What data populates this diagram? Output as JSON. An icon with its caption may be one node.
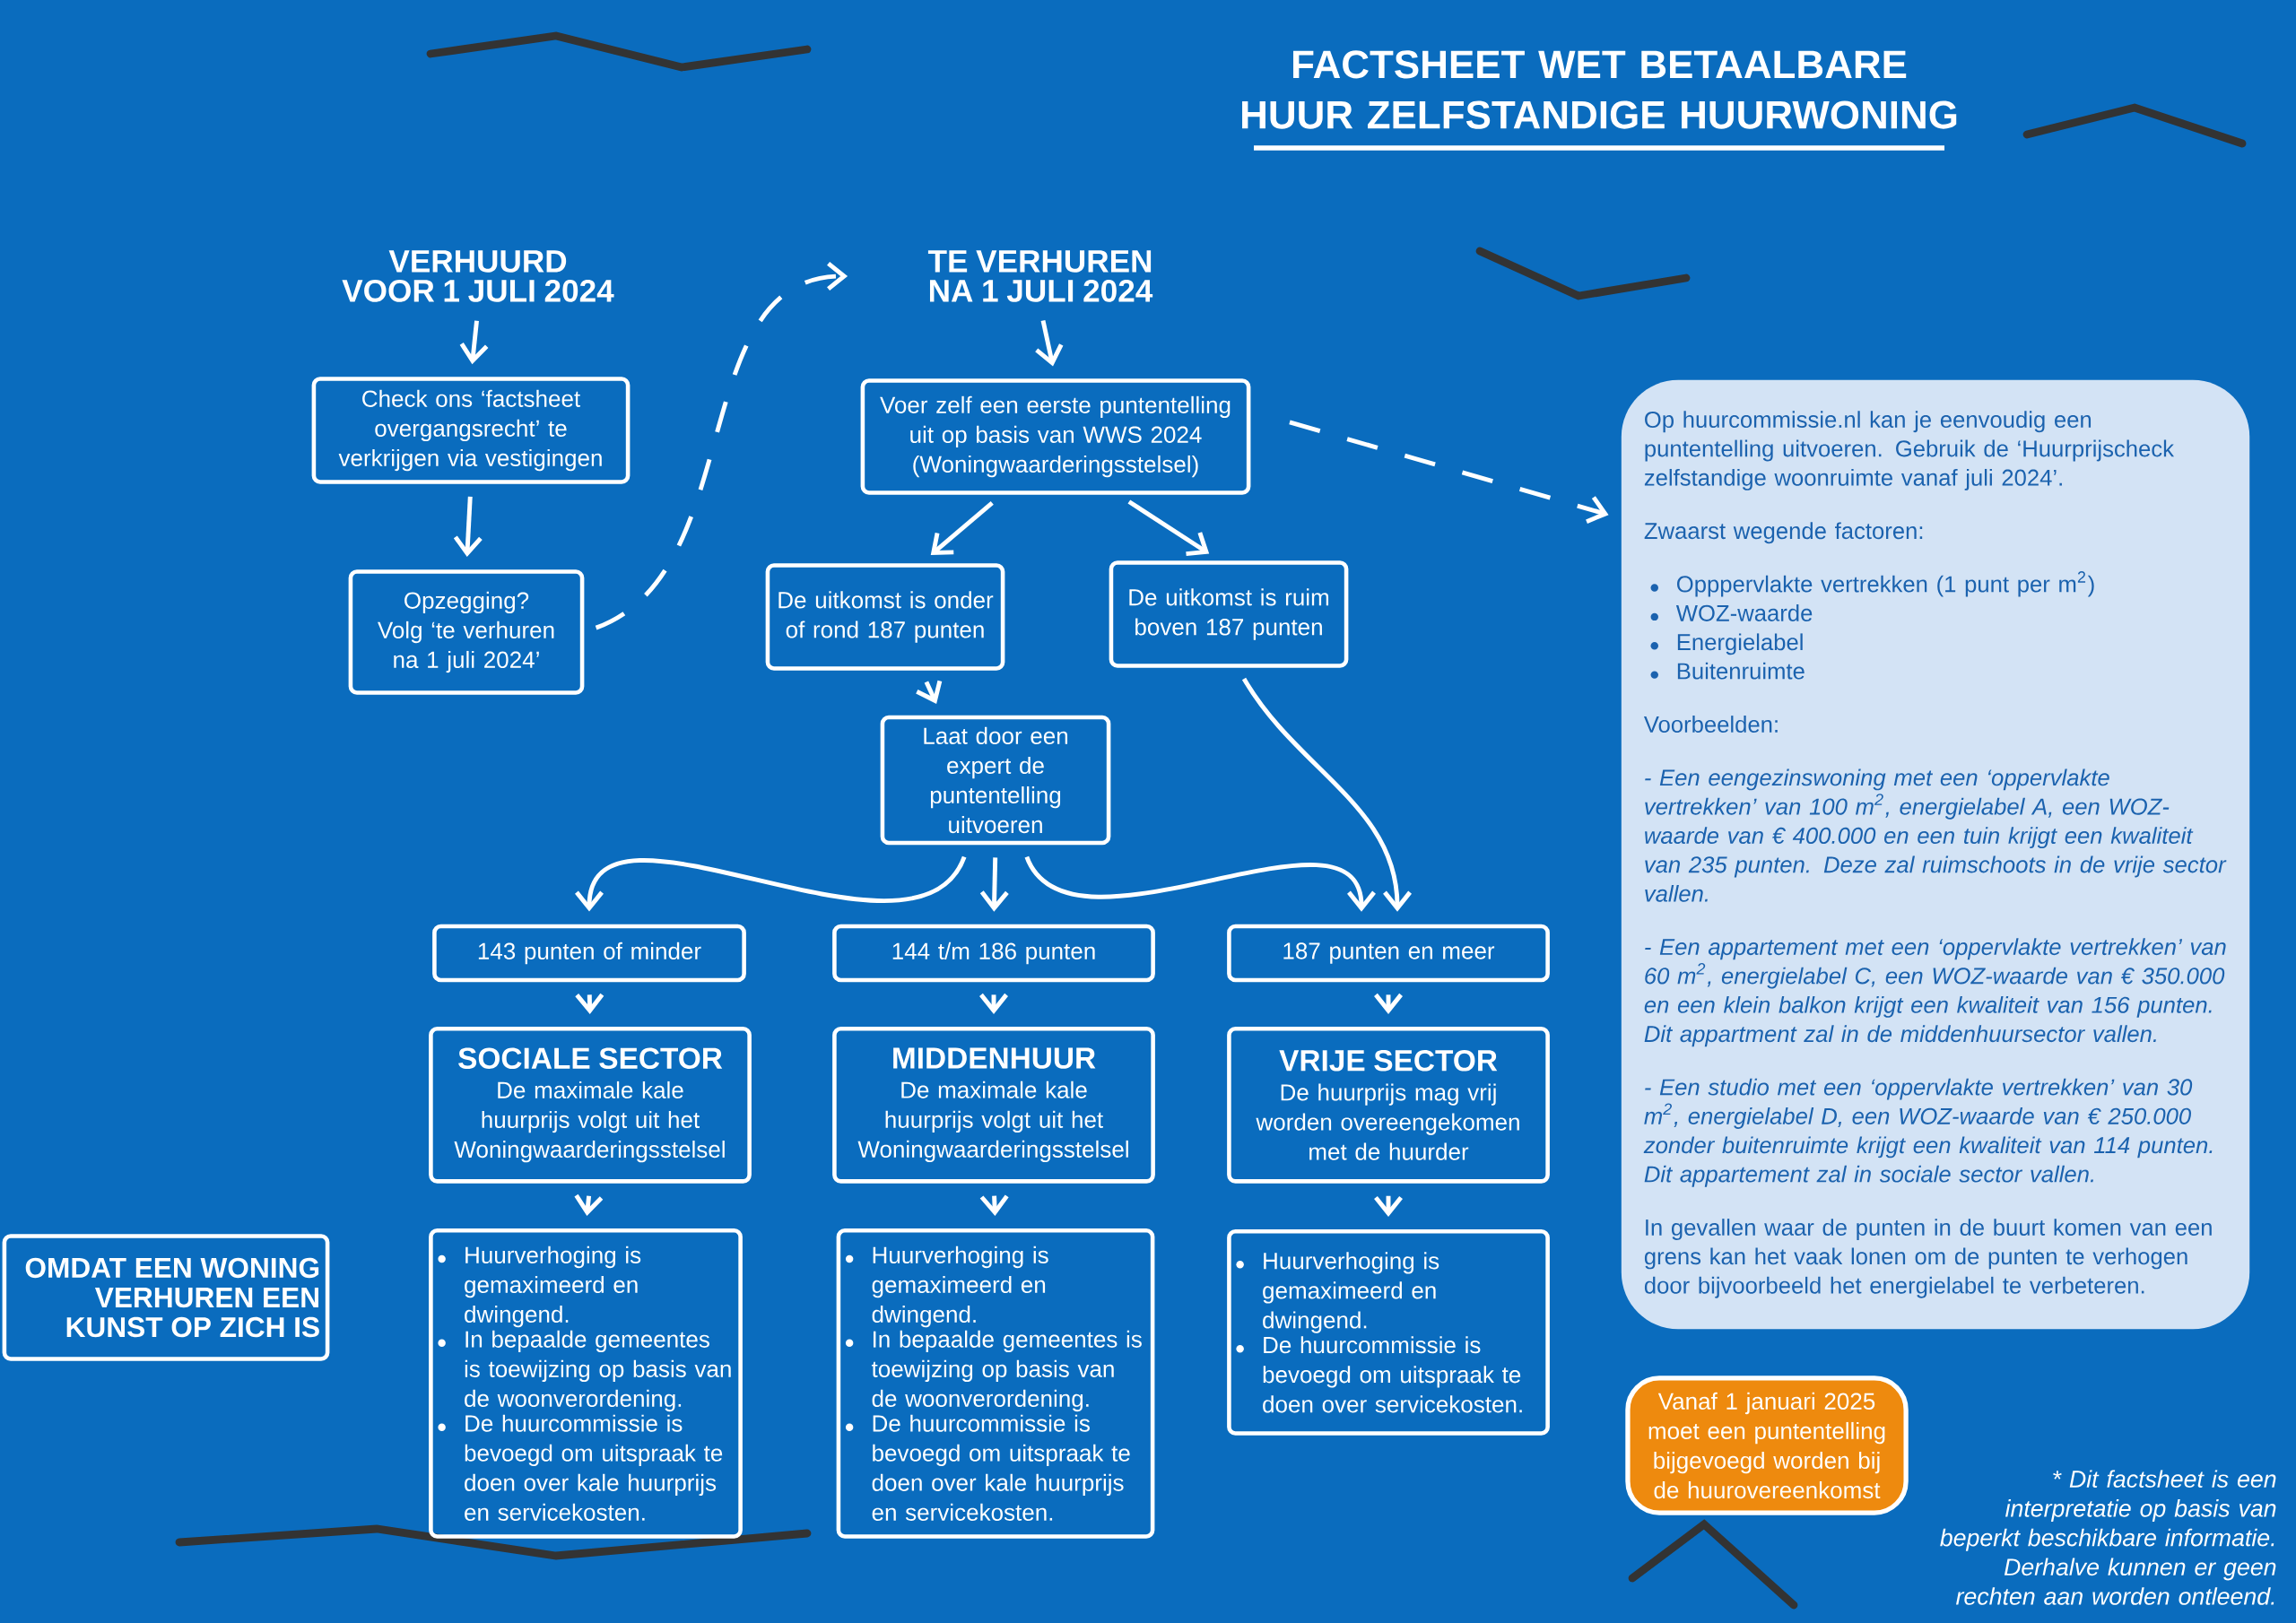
{
  "diagram": {
    "title": "FACTSHEET WET BETAALBARE HUUR ZELFSTANDIGE HUURWONING",
    "nodes": [
      {
        "text": [
          "VERHUURD VOOR 1 JULI 2024"
        ]
      },
      {
        "text": [
          "Check ons ‘factsheet overgangsrecht’ te verkrijgen via vestigingen"
        ]
      },
      {
        "text": [
          "Opzegging? Volg ‘te verhuren na 1 juli 2024’"
        ]
      },
      {
        "text": [
          "TE VERHUREN NA 1 JULI 2024"
        ]
      },
      {
        "text": [
          "Voer zelf een eerste puntentelling uit op basis van WWS 2024 (Woningwaarderingsstelsel)"
        ]
      },
      {
        "text": [
          "De uitkomst is onder of rond 187 punten"
        ]
      },
      {
        "text": [
          "De uitkomst is ruim boven 187 punten"
        ]
      },
      {
        "text": [
          "Laat door een expert de puntentelling uitvoeren"
        ]
      },
      {
        "text": [
          "143 punten of minder"
        ]
      },
      {
        "text": [
          "144 t/m 186 punten"
        ]
      },
      {
        "text": [
          "187 punten en meer"
        ]
      },
      {
        "text": [
          "SOCIALE SECTOR",
          "De maximale kale huurprijs volgt uit het Woningwaarderingsstelsel"
        ]
      },
      {
        "text": [
          "MIDDENHUUR",
          "De maximale kale huurprijs volgt uit het Woningwaarderingsstelsel"
        ]
      },
      {
        "text": [
          "VRIJE SECTOR",
          "De huurprijs mag vrij worden overeengekomen met de huurder"
        ]
      },
      {
        "text": [
          "Huurverhoging is gemaximeerd en dwingend.",
          "In bepaalde gemeentes is toewijzing op basis van de woonverordening.",
          "De huurcommissie is bevoegd om uitspraak te doen over kale huurprijs en servicekosten."
        ]
      },
      {
        "text": [
          "Huurverhoging is gemaximeerd en dwingend.",
          "In bepaalde gemeentes is toewijzing op basis van de woonverordening.",
          "De huurcommissie is bevoegd om uitspraak te doen over kale huurprijs en servicekosten."
        ]
      },
      {
        "text": [
          "Huurverhoging is gemaximeerd en dwingend.",
          "De huurcommissie is bevoegd om uitspraak te doen over servicekosten."
        ]
      },
      {
        "text": [
          "Op huurcommissie.nl kan je eenvoudig een puntentelling uitvoeren. Gebruik de ‘Huurprijscheck zelfstandige woonruimte vanaf juli 2024’.",
          "Zwaarst wegende factoren:",
          "Opppervlakte vertrekken (1 punt per m$^{2}$)",
          "WOZ-waarde",
          "Energielabel",
          "Buitenruimte",
          "Voorbeelden:",
          "- Een eengezinswoning met een ‘oppervlakte vertrekken’ van 100 m$^{2}$, energielabel A, een WOZ-waarde van € 400.000 en een tuin krijgt een kwaliteit van 235 punten. Deze zal ruimschoots in de vrije sector vallen.",
          "- Een appartement met een ‘oppervlakte vertrekken’ van 60 m$^{2}$, energielabel C, een WOZ-waarde van € 350.000 en een klein balkon krijgt een kwaliteit van 156 punten. Dit appartment zal in de middenhuursector vallen.",
          "- Een studio met een ‘oppervlakte vertrekken’ van 30 m$^{2}$, energielabel D, een WOZ-waarde van € 250.000 zonder buitenruimte krijgt een kwaliteit van 114 punten. Dit appartement zal in sociale sector vallen.",
          "In gevallen waar de punten in de buurt komen van een grens kan het vaak lonen om de punten te verhogen door bijvoorbeeld het energielabel te verbeteren."
        ]
      },
      {
        "text": [
          "Vanaf 1 januari 2025 moet een puntentelling bijgevoegd worden bij de huurovereenkomst"
        ]
      },
      {
        "text": [
          "OMDAT EEN WONING VERHUREN EEN KUNST OP ZICH IS"
        ]
      }
    ],
    "edges": [
      {
        "from": 0,
        "to": 1,
        "arrow": "to"
      },
      {
        "from": 1,
        "to": 2,
        "arrow": "to"
      },
      {
        "from": 2,
        "to": 3,
        "arrow": "to",
        "style": "dashed"
      },
      {
        "from": 3,
        "to": 4,
        "arrow": "to"
      },
      {
        "from": 4,
        "to": 5,
        "arrow": "to"
      },
      {
        "from": 4,
        "to": 6,
        "arrow": "to"
      },
      {
        "from": 5,
        "to": 7,
        "arrow": "to"
      },
      {
        "from": 7,
        "to": 8,
        "arrow": "to"
      },
      {
        "from": 7,
        "to": 9,
        "arrow": "to"
      },
      {
        "from": 7,
        "to": 10,
        "arrow": "to"
      },
      {
        "from": 6,
        "to": 10,
        "arrow": "to"
      },
      {
        "from": 8,
        "to": 11,
        "arrow": "to"
      },
      {
        "from": 9,
        "to": 12,
        "arrow": "to"
      },
      {
        "from": 10,
        "to": 13,
        "arrow": "to"
      },
      {
        "from": 11,
        "to": 14,
        "arrow": "to"
      },
      {
        "from": 12,
        "to": 15,
        "arrow": "to"
      },
      {
        "from": 13,
        "to": 16,
        "arrow": "to"
      },
      {
        "from": 4,
        "to": 17,
        "arrow": "to",
        "style": "dashed"
      }
    ],
    "labels": [
      "* Dit factsheet is een interpretatie op basis van beperkt beschikbare informatie. Derhalve kunnen er geen rechten aan worden ontleend."
    ]
  }
}
